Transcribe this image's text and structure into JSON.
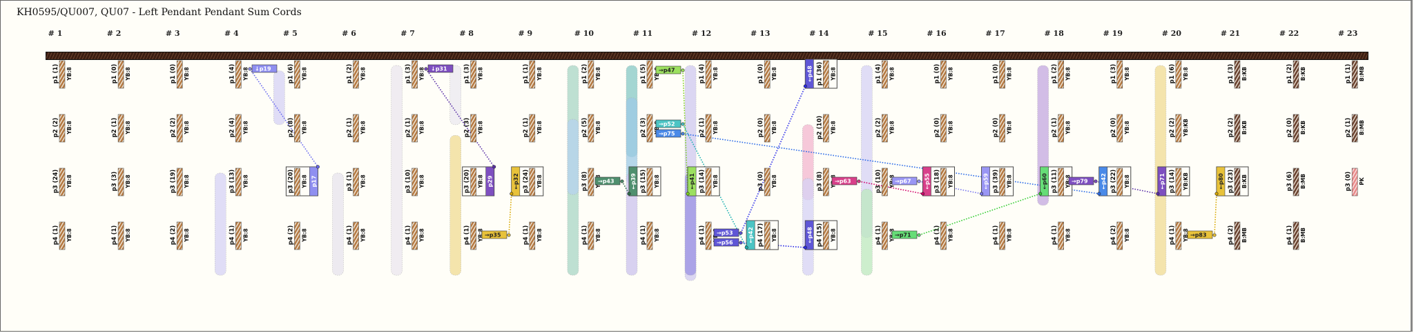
{
  "title": "KH0595/QU007, QU07 - Left Pendant Pendant Sum Cords",
  "groups": [
    {
      "label": "# 1",
      "cords": [
        {
          "id": "p1",
          "val": 1,
          "color": "YB:8"
        },
        {
          "id": "p2",
          "val": 2,
          "color": "YB:8"
        },
        {
          "id": "p3",
          "val": 24,
          "color": "YB:8"
        },
        {
          "id": "p4",
          "val": 1,
          "color": "YB:8"
        }
      ]
    },
    {
      "label": "# 2",
      "cords": [
        {
          "id": "p1",
          "val": 0,
          "color": "YB:8"
        },
        {
          "id": "p2",
          "val": 1,
          "color": "YB:8"
        },
        {
          "id": "p3",
          "val": 3,
          "color": "YB:8"
        },
        {
          "id": "p4",
          "val": 1,
          "color": "YB:8"
        }
      ]
    },
    {
      "label": "# 3",
      "cords": [
        {
          "id": "p1",
          "val": 0,
          "color": "YB:8"
        },
        {
          "id": "p2",
          "val": 2,
          "color": "YB:8"
        },
        {
          "id": "p3",
          "val": 19,
          "color": "YB:8"
        },
        {
          "id": "p4",
          "val": 2,
          "color": "YB:8"
        }
      ]
    },
    {
      "label": "# 4",
      "cords": [
        {
          "id": "p1",
          "val": 4,
          "color": "YB:8"
        },
        {
          "id": "p2",
          "val": 4,
          "color": "YB:8"
        },
        {
          "id": "p3",
          "val": 13,
          "color": "YB:8"
        },
        {
          "id": "p4",
          "val": 1,
          "color": "YB:8"
        }
      ]
    },
    {
      "label": "# 5",
      "cords": [
        {
          "id": "p1",
          "val": 6,
          "color": "YB:8"
        },
        {
          "id": "p2",
          "val": 8,
          "color": "YB:8"
        },
        {
          "id": "p3",
          "val": 20,
          "color": "YB:8"
        },
        {
          "id": "p4",
          "val": 2,
          "color": "YB:8"
        }
      ]
    },
    {
      "label": "# 6",
      "cords": [
        {
          "id": "p1",
          "val": 2,
          "color": "YB:8"
        },
        {
          "id": "p2",
          "val": 1,
          "color": "YB:8"
        },
        {
          "id": "p3",
          "val": 1,
          "color": "YB:8"
        },
        {
          "id": "p4",
          "val": 1,
          "color": "YB:8"
        }
      ]
    },
    {
      "label": "# 7",
      "cords": [
        {
          "id": "p1",
          "val": 3,
          "color": "YB:8"
        },
        {
          "id": "p2",
          "val": 1,
          "color": "YB:8"
        },
        {
          "id": "p3",
          "val": 10,
          "color": "YB:8"
        },
        {
          "id": "p4",
          "val": 1,
          "color": "YB:8"
        }
      ]
    },
    {
      "label": "# 8",
      "cords": [
        {
          "id": "p1",
          "val": 3,
          "color": "YB:8"
        },
        {
          "id": "p2",
          "val": 3,
          "color": "YB:8"
        },
        {
          "id": "p3",
          "val": 20,
          "color": "YB:8"
        },
        {
          "id": "p4",
          "val": 1,
          "color": "YB:8"
        }
      ]
    },
    {
      "label": "# 9",
      "cords": [
        {
          "id": "p1",
          "val": 1,
          "color": "YB:8"
        },
        {
          "id": "p2",
          "val": 1,
          "color": "YB:8"
        },
        {
          "id": "p3",
          "val": 24,
          "color": "YB:8"
        },
        {
          "id": "p4",
          "val": 1,
          "color": "YB:8"
        }
      ]
    },
    {
      "label": "# 10",
      "cords": [
        {
          "id": "p1",
          "val": 2,
          "color": "YB:8"
        },
        {
          "id": "p2",
          "val": 5,
          "color": "YB:8"
        },
        {
          "id": "p3",
          "val": 8,
          "color": "YB:8"
        },
        {
          "id": "p4",
          "val": 1,
          "color": "YB:8"
        }
      ]
    },
    {
      "label": "# 11",
      "cords": [
        {
          "id": "p1",
          "val": 5,
          "color": "YB:8"
        },
        {
          "id": "p2",
          "val": 3,
          "color": "YB:8"
        },
        {
          "id": "p3",
          "val": 15,
          "color": "YB:8"
        },
        {
          "id": "p4",
          "val": 1,
          "color": "YB:8"
        }
      ]
    },
    {
      "label": "# 12",
      "cords": [
        {
          "id": "p1",
          "val": 4,
          "color": "YB:8"
        },
        {
          "id": "p2",
          "val": 1,
          "color": "YB:8"
        },
        {
          "id": "p3",
          "val": 14,
          "color": "YB:8"
        },
        {
          "id": "p4",
          "val": 1,
          "color": "YB:8"
        }
      ]
    },
    {
      "label": "# 13",
      "cords": [
        {
          "id": "p1",
          "val": 0,
          "color": "YB:8"
        },
        {
          "id": "p2",
          "val": 0,
          "color": "YB:8"
        },
        {
          "id": "p3",
          "val": 0,
          "color": "YB:8"
        },
        {
          "id": "p4",
          "val": 17,
          "color": "YB:8"
        }
      ]
    },
    {
      "label": "# 14",
      "cords": [
        {
          "id": "p1",
          "val": 36,
          "color": "YB:8"
        },
        {
          "id": "p2",
          "val": 10,
          "color": "YB:8"
        },
        {
          "id": "p3",
          "val": 8,
          "color": "YB:8"
        },
        {
          "id": "p4",
          "val": 15,
          "color": "YB:8"
        }
      ]
    },
    {
      "label": "# 15",
      "cords": [
        {
          "id": "p1",
          "val": 4,
          "color": "YB:8"
        },
        {
          "id": "p2",
          "val": 2,
          "color": "YB:8"
        },
        {
          "id": "p3",
          "val": 10,
          "color": "YB:8"
        },
        {
          "id": "p4",
          "val": 1,
          "color": "YB:8"
        }
      ]
    },
    {
      "label": "# 16",
      "cords": [
        {
          "id": "p1",
          "val": 0,
          "color": "YB:8"
        },
        {
          "id": "p2",
          "val": 0,
          "color": "YB:8"
        },
        {
          "id": "p3",
          "val": 18,
          "color": "YB:8"
        },
        {
          "id": "p4",
          "val": 1,
          "color": "YB:8"
        }
      ]
    },
    {
      "label": "# 17",
      "cords": [
        {
          "id": "p1",
          "val": 0,
          "color": "YB:8"
        },
        {
          "id": "p2",
          "val": 0,
          "color": "YB:8"
        },
        {
          "id": "p3",
          "val": 39,
          "color": "YB:8"
        },
        {
          "id": "p4",
          "val": 1,
          "color": "YB:8"
        }
      ]
    },
    {
      "label": "# 18",
      "cords": [
        {
          "id": "p1",
          "val": 2,
          "color": "YB:8"
        },
        {
          "id": "p2",
          "val": 1,
          "color": "YB:8"
        },
        {
          "id": "p3",
          "val": 11,
          "color": "YB:8"
        },
        {
          "id": "p4",
          "val": 1,
          "color": "YB:8"
        }
      ]
    },
    {
      "label": "# 19",
      "cords": [
        {
          "id": "p1",
          "val": 3,
          "color": "YB:8"
        },
        {
          "id": "p2",
          "val": 0,
          "color": "YB:8"
        },
        {
          "id": "p3",
          "val": 22,
          "color": "YB:8"
        },
        {
          "id": "p4",
          "val": 2,
          "color": "YB:8"
        }
      ]
    },
    {
      "label": "# 20",
      "cords": [
        {
          "id": "p1",
          "val": 6,
          "color": "YB:8"
        },
        {
          "id": "p2",
          "val": 2,
          "color": "YB:KB"
        },
        {
          "id": "p3",
          "val": 14,
          "color": "YB:KB"
        },
        {
          "id": "p4",
          "val": 1,
          "color": "YB:8"
        }
      ]
    },
    {
      "label": "# 21",
      "cords": [
        {
          "id": "p1",
          "val": 3,
          "color": "B:KB"
        },
        {
          "id": "p2",
          "val": 2,
          "color": "B:KB"
        },
        {
          "id": "p3",
          "val": 23,
          "color": "B:KB"
        },
        {
          "id": "p4",
          "val": 2,
          "color": "B:MB"
        }
      ]
    },
    {
      "label": "# 22",
      "cords": [
        {
          "id": "p1",
          "val": 2,
          "color": "B:KB"
        },
        {
          "id": "p2",
          "val": 0,
          "color": "B:KB"
        },
        {
          "id": "p3",
          "val": 6,
          "color": "B:MB"
        },
        {
          "id": "p4",
          "val": 1,
          "color": "B:MB"
        }
      ]
    },
    {
      "label": "# 23",
      "cords": [
        {
          "id": "p1",
          "val": 1,
          "color": "B:MB"
        },
        {
          "id": "p2",
          "val": 1,
          "color": "B:MB"
        },
        {
          "id": "p3",
          "val": 0,
          "color": "PK"
        }
      ]
    }
  ],
  "sum_boxes": [
    {
      "group": 5,
      "row": 3,
      "tag": "p17",
      "color": "#8f8ff0",
      "side": "right"
    },
    {
      "group": 8,
      "row": 3,
      "tag": "p29",
      "color": "#7e4fc0",
      "side": "right"
    },
    {
      "group": 9,
      "row": 3,
      "tag": "←p32",
      "color": "#e8c23a",
      "side": "left",
      "dark": true
    },
    {
      "group": 11,
      "row": 3,
      "tag": "←p39",
      "color": "#4f8f6e",
      "side": "left"
    },
    {
      "group": 12,
      "row": 3,
      "tag": "←p41",
      "color": "#9ce060",
      "side": "left",
      "dark": true
    },
    {
      "group": 13,
      "row": 4,
      "tag": "←p42",
      "color": "#4cc4c4",
      "side": "left"
    },
    {
      "group": 14,
      "row": 1,
      "tag": "←p48",
      "color": "#5f56d6",
      "side": "left"
    },
    {
      "group": 14,
      "row": 4,
      "tag": "←p48",
      "color": "#5f56d6",
      "side": "left"
    },
    {
      "group": 16,
      "row": 3,
      "tag": "←p55",
      "color": "#d8408a",
      "side": "left"
    },
    {
      "group": 17,
      "row": 3,
      "tag": "←p59",
      "color": "#9a96f4",
      "side": "left"
    },
    {
      "group": 18,
      "row": 3,
      "tag": "←p60",
      "color": "#66dd77",
      "side": "left",
      "dark": true
    },
    {
      "group": 19,
      "row": 3,
      "tag": "←p42",
      "color": "#4a8ae8",
      "side": "left"
    },
    {
      "group": 20,
      "row": 3,
      "tag": "←p71",
      "color": "#7e4fc0",
      "side": "left"
    },
    {
      "group": 21,
      "row": 3,
      "tag": "←p80",
      "color": "#e8c23a",
      "side": "left",
      "dark": true
    }
  ],
  "source_tags": [
    {
      "text": "↓p19",
      "color": "#8f8ff0"
    },
    {
      "text": "↓p31",
      "color": "#7e4fc0"
    },
    {
      "text": "→p35",
      "color": "#e8c23a",
      "dark": true
    },
    {
      "text": "→p43",
      "color": "#4f8f6e"
    },
    {
      "text": "→p47",
      "color": "#9ce060",
      "dark": true
    },
    {
      "text": "→p52",
      "color": "#4cc4c4"
    },
    {
      "text": "→p75",
      "color": "#4a8ae8"
    },
    {
      "text": "→p53",
      "color": "#5f56d6"
    },
    {
      "text": "→p56",
      "color": "#5f56d6"
    },
    {
      "text": "→p63",
      "color": "#d8408a"
    },
    {
      "text": "→p67",
      "color": "#9a96f4"
    },
    {
      "text": "→p71",
      "color": "#66dd77",
      "dark": true
    },
    {
      "text": "→p79",
      "color": "#7e4fc0"
    },
    {
      "text": "→p83",
      "color": "#e8c23a",
      "dark": true
    }
  ],
  "colors": {
    "background": "#fffef8",
    "main_cord": "#3a1d12",
    "cord_brown": "#b57a43",
    "cord_dark": "#6b4330",
    "cord_pink": "#e88a8a"
  }
}
